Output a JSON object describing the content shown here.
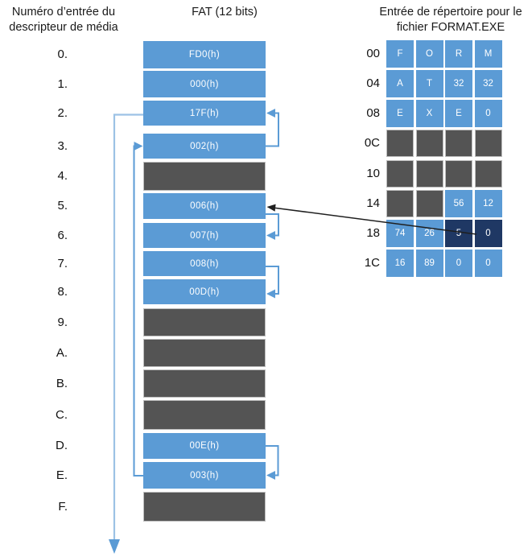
{
  "headings": {
    "media_descriptor_line1": "Numéro d’entrée du",
    "media_descriptor_line2": "descripteur de média",
    "fat": "FAT (12 bits)",
    "directory_line1": "Entrée de répertoire pour le",
    "directory_line2": "fichier FORMAT.EXE"
  },
  "fat_table": {
    "entries": [
      {
        "index": "0.",
        "value": "FD0(h)",
        "state": "used"
      },
      {
        "index": "1.",
        "value": "000(h)",
        "state": "used"
      },
      {
        "index": "2.",
        "value": "17F(h)",
        "state": "used"
      },
      {
        "index": "3.",
        "value": "002(h)",
        "state": "used"
      },
      {
        "index": "4.",
        "value": "",
        "state": "free"
      },
      {
        "index": "5.",
        "value": "006(h)",
        "state": "used"
      },
      {
        "index": "6.",
        "value": "007(h)",
        "state": "used"
      },
      {
        "index": "7.",
        "value": "008(h)",
        "state": "used"
      },
      {
        "index": "8.",
        "value": "00D(h)",
        "state": "used"
      },
      {
        "index": "9.",
        "value": "",
        "state": "free"
      },
      {
        "index": "A.",
        "value": "",
        "state": "free"
      },
      {
        "index": "B.",
        "value": "",
        "state": "free"
      },
      {
        "index": "C.",
        "value": "",
        "state": "free"
      },
      {
        "index": "D.",
        "value": "00E(h)",
        "state": "used"
      },
      {
        "index": "E.",
        "value": "003(h)",
        "state": "used"
      },
      {
        "index": "F.",
        "value": "",
        "state": "free"
      }
    ],
    "chain_arrows": [
      {
        "from": "3",
        "to": "2"
      },
      {
        "from": "5",
        "to": "6"
      },
      {
        "from": "7",
        "to": "8"
      },
      {
        "from": "D",
        "to": "E"
      },
      {
        "from": "E",
        "to": "3"
      },
      {
        "from": "2",
        "to": "17F",
        "note": "continues below diagram"
      }
    ]
  },
  "directory_table": {
    "rows": [
      {
        "offset": "00",
        "cells": [
          "F",
          "O",
          "R",
          "M"
        ]
      },
      {
        "offset": "04",
        "cells": [
          "A",
          "T",
          "32",
          "32"
        ]
      },
      {
        "offset": "08",
        "cells": [
          "E",
          "X",
          "E",
          "0"
        ]
      },
      {
        "offset": "0C",
        "cells": [
          "",
          "",
          "",
          ""
        ]
      },
      {
        "offset": "10",
        "cells": [
          "",
          "",
          "",
          ""
        ]
      },
      {
        "offset": "14",
        "cells": [
          "",
          "",
          "56",
          "12"
        ]
      },
      {
        "offset": "18",
        "cells": [
          "74",
          "26",
          "5",
          "0"
        ]
      },
      {
        "offset": "1C",
        "cells": [
          "16",
          "89",
          "0",
          "0"
        ]
      }
    ],
    "start_cluster_arrow": {
      "from_offset": "18",
      "to_fat_entry": "5"
    }
  },
  "colors": {
    "cell_blue": "#5B9BD5",
    "cell_dark": "#545454",
    "cell_navy": "#1F3864",
    "arrow_blue": "#5B9BD5",
    "arrow_light_blue": "#9CC2E5",
    "arrow_black": "#1f1f1f"
  }
}
